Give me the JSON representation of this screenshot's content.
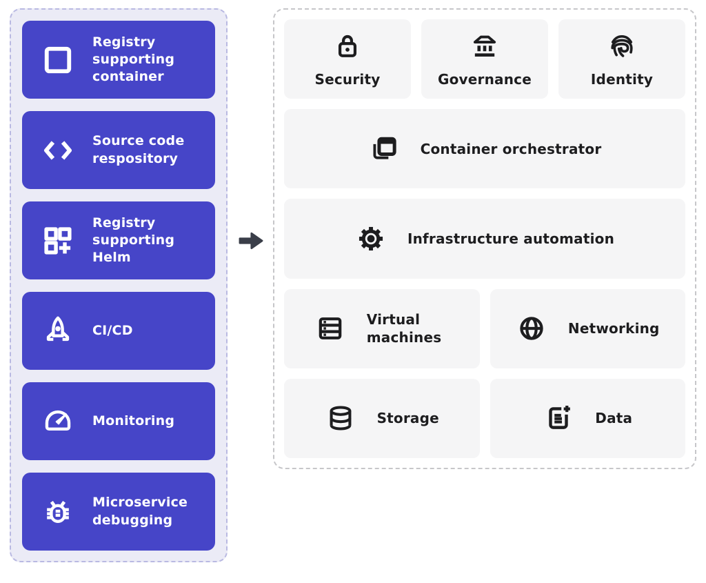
{
  "diagram": {
    "left_panel": {
      "items": [
        {
          "label": "Registry supporting container",
          "icon": "square-outline-icon"
        },
        {
          "label": "Source code respository",
          "icon": "code-brackets-icon"
        },
        {
          "label": "Registry supporting Helm",
          "icon": "grid-plus-icon"
        },
        {
          "label": "CI/CD",
          "icon": "rocket-icon"
        },
        {
          "label": "Monitoring",
          "icon": "gauge-icon"
        },
        {
          "label": "Microservice debugging",
          "icon": "bug-icon"
        }
      ]
    },
    "connector": {
      "icon": "right-arrow-icon"
    },
    "right_panel": {
      "row1": [
        {
          "label": "Security",
          "icon": "lock-icon"
        },
        {
          "label": "Governance",
          "icon": "bank-icon"
        },
        {
          "label": "Identity",
          "icon": "fingerprint-icon"
        }
      ],
      "row2": {
        "label": "Container orchestrator",
        "icon": "stacked-squares-icon"
      },
      "row3": {
        "label": "Infrastructure automation",
        "icon": "gear-icon"
      },
      "row4": [
        {
          "label": "Virtual machines",
          "icon": "server-icon"
        },
        {
          "label": "Networking",
          "icon": "globe-icon"
        }
      ],
      "row5": [
        {
          "label": "Storage",
          "icon": "database-icon"
        },
        {
          "label": "Data",
          "icon": "document-plus-icon"
        }
      ]
    },
    "colors": {
      "tile_purple": "#4645c8",
      "left_panel_bg": "#ebebf6",
      "left_panel_border": "#b9b9e2",
      "right_card_bg": "#f5f5f6",
      "right_panel_border": "#c6c6c9",
      "dark_text": "#1d1d1f",
      "white_text": "#ffffff",
      "arrow": "#3a3e49"
    }
  }
}
